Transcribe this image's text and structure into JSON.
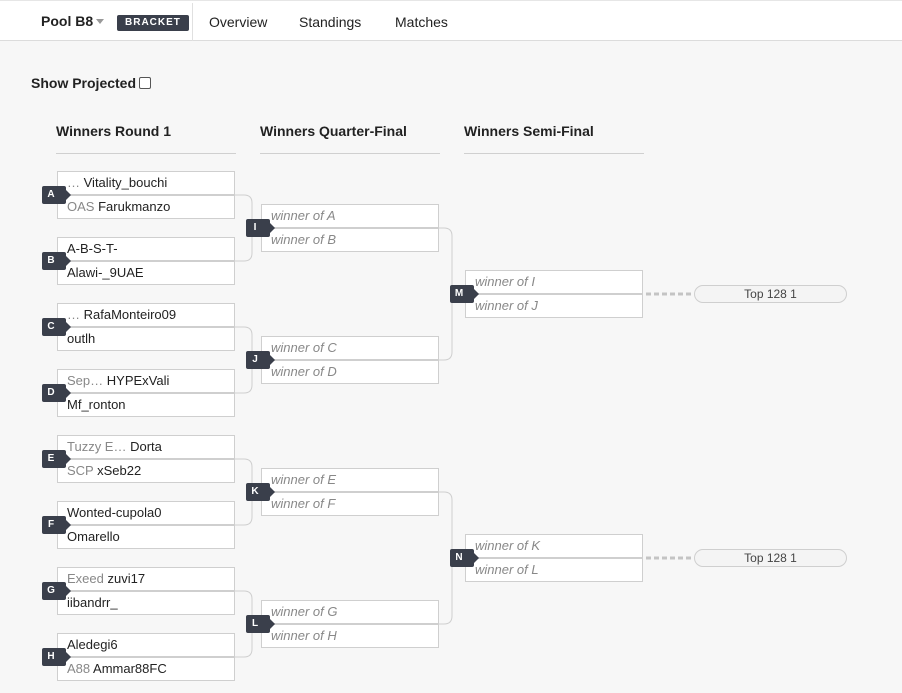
{
  "header": {
    "pool_title": "Pool B8",
    "badge": "BRACKET",
    "tabs": [
      "Overview",
      "Standings",
      "Matches"
    ]
  },
  "controls": {
    "show_projected_label": "Show Projected",
    "show_projected_checked": false
  },
  "rounds": [
    "Winners Round 1",
    "Winners Quarter-Final",
    "Winners Semi-Final"
  ],
  "round1": [
    {
      "id": "A",
      "top": {
        "prefix": "…",
        "name": "Vitality_bouchi"
      },
      "bottom": {
        "prefix": "OAS",
        "name": "Farukmanzo"
      }
    },
    {
      "id": "B",
      "top": {
        "prefix": "",
        "name": "A-B-S-T-"
      },
      "bottom": {
        "prefix": "",
        "name": "Alawi-_9UAE"
      }
    },
    {
      "id": "C",
      "top": {
        "prefix": "…",
        "name": "RafaMonteiro09"
      },
      "bottom": {
        "prefix": "",
        "name": "outlh"
      }
    },
    {
      "id": "D",
      "top": {
        "prefix": "Sep…",
        "name": "HYPExVali"
      },
      "bottom": {
        "prefix": "",
        "name": "Mf_ronton"
      }
    },
    {
      "id": "E",
      "top": {
        "prefix": "Tuzzy E…",
        "name": "Dorta"
      },
      "bottom": {
        "prefix": "SCP",
        "name": "xSeb22"
      }
    },
    {
      "id": "F",
      "top": {
        "prefix": "",
        "name": "Wonted-cupola0"
      },
      "bottom": {
        "prefix": "",
        "name": "Omarello"
      }
    },
    {
      "id": "G",
      "top": {
        "prefix": "Exeed",
        "name": "zuvi17"
      },
      "bottom": {
        "prefix": "",
        "name": "iibandrr_"
      }
    },
    {
      "id": "H",
      "top": {
        "prefix": "",
        "name": "Aledegi6"
      },
      "bottom": {
        "prefix": "A88",
        "name": "Ammar88FC"
      }
    }
  ],
  "quarterfinals": [
    {
      "id": "I",
      "top": "winner of A",
      "bottom": "winner of B"
    },
    {
      "id": "J",
      "top": "winner of C",
      "bottom": "winner of D"
    },
    {
      "id": "K",
      "top": "winner of E",
      "bottom": "winner of F"
    },
    {
      "id": "L",
      "top": "winner of G",
      "bottom": "winner of H"
    }
  ],
  "semifinals": [
    {
      "id": "M",
      "top": "winner of I",
      "bottom": "winner of J",
      "result": "Top 128 1"
    },
    {
      "id": "N",
      "top": "winner of K",
      "bottom": "winner of L",
      "result": "Top 128 1"
    }
  ]
}
